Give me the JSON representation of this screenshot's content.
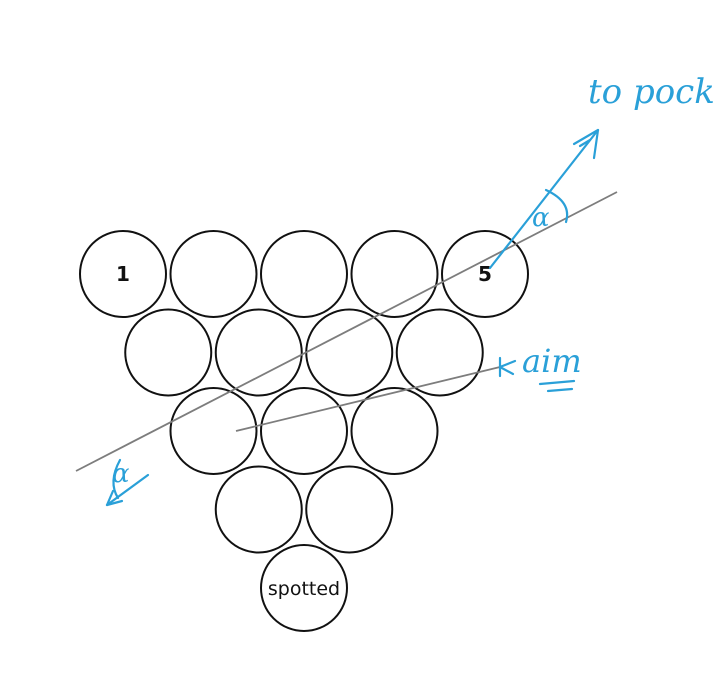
{
  "balls": [
    {
      "row": 0,
      "col": 0,
      "label": "1",
      "kind": "yellow"
    },
    {
      "row": 0,
      "col": 1,
      "label": "",
      "kind": "plain"
    },
    {
      "row": 0,
      "col": 2,
      "label": "",
      "kind": "plain"
    },
    {
      "row": 0,
      "col": 3,
      "label": "",
      "kind": "plain"
    },
    {
      "row": 0,
      "col": 4,
      "label": "5",
      "kind": "orange"
    },
    {
      "row": 1,
      "col": 0,
      "label": "",
      "kind": "plain"
    },
    {
      "row": 1,
      "col": 1,
      "label": "",
      "kind": "plain"
    },
    {
      "row": 1,
      "col": 2,
      "label": "",
      "kind": "plain"
    },
    {
      "row": 1,
      "col": 3,
      "label": "",
      "kind": "plain"
    },
    {
      "row": 2,
      "col": 0,
      "label": "",
      "kind": "plain"
    },
    {
      "row": 2,
      "col": 1,
      "label": "",
      "kind": "plain"
    },
    {
      "row": 2,
      "col": 2,
      "label": "",
      "kind": "plain"
    },
    {
      "row": 3,
      "col": 0,
      "label": "",
      "kind": "plain"
    },
    {
      "row": 3,
      "col": 1,
      "label": "",
      "kind": "plain"
    },
    {
      "row": 4,
      "col": 0,
      "label": "spotted",
      "kind": "plain"
    }
  ],
  "annotations": {
    "to_pocket": "to pock",
    "aim": "aim",
    "angle_top": "α",
    "angle_bottom": "α"
  },
  "colors": {
    "ink": "#2aa0d8",
    "line": "#7d7d7d",
    "yellow": "#f3c300",
    "orange": "#e85a00"
  }
}
